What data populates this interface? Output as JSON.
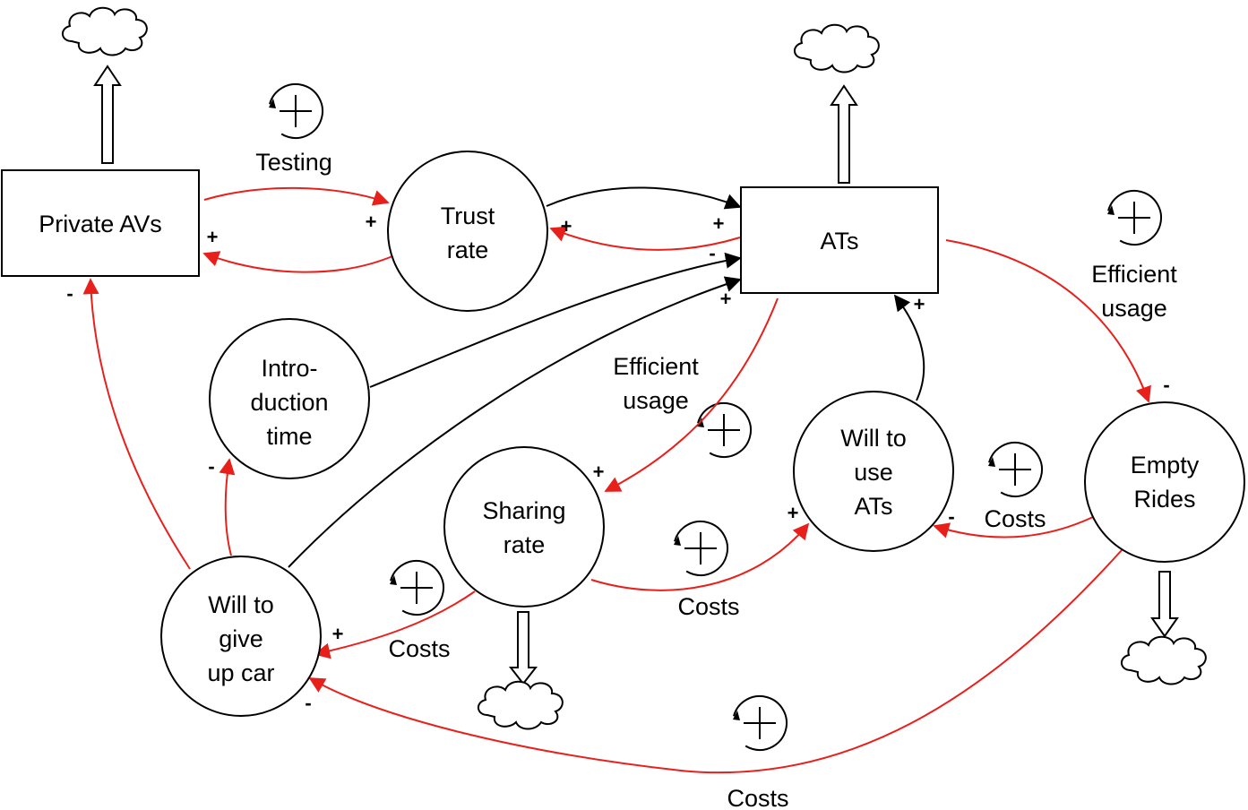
{
  "colors": {
    "positive_link": "#000000",
    "negative_link": "#e8201c",
    "background": "#ffffff"
  },
  "icons": {
    "loop": "reinforcing-loop-icon",
    "cloud": "cloud-sink-icon",
    "flow": "outflow-arrow-icon"
  },
  "nodes": {
    "private_avs": "Private AVs",
    "trust_rate": [
      "Trust",
      "rate"
    ],
    "ats": "ATs",
    "intro_time": [
      "Intro-",
      "duction",
      "time"
    ],
    "sharing_rate": [
      "Sharing",
      "rate"
    ],
    "will_use": [
      "Will to",
      "use",
      "ATs"
    ],
    "empty_rides": [
      "Empty",
      "Rides"
    ],
    "will_give_up": [
      "Will to",
      "give",
      "up car"
    ]
  },
  "loop_labels": {
    "testing": "Testing",
    "efficient_usage_right": [
      "Efficient",
      "usage"
    ],
    "efficient_usage_mid": [
      "Efficient",
      "usage"
    ],
    "costs_left": "Costs",
    "costs_mid": "Costs",
    "costs_right": "Costs",
    "costs_bottom": "Costs"
  },
  "signs": {
    "plus": "+",
    "minus": "-"
  }
}
